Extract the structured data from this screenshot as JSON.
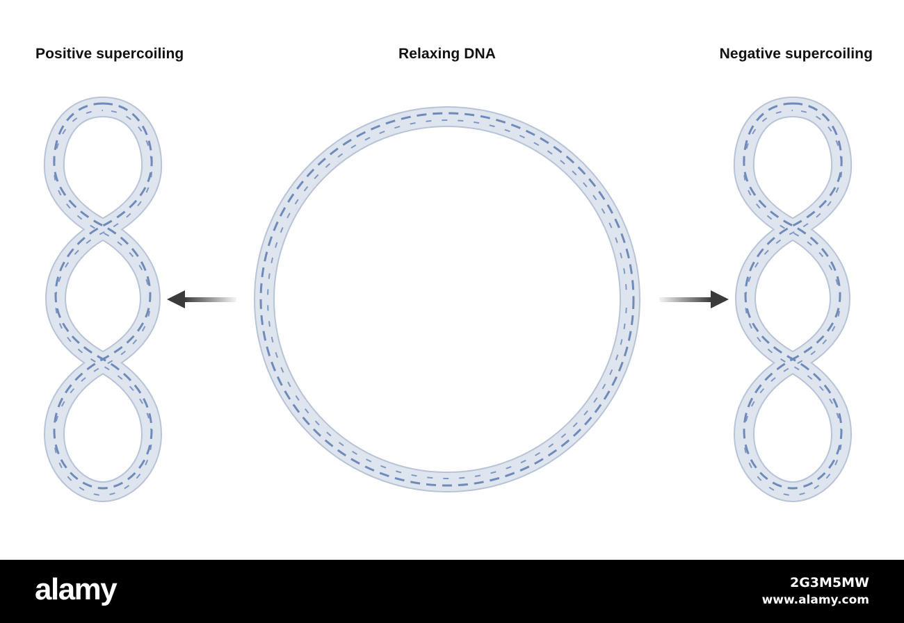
{
  "labels": {
    "positive": "Positive supercoiling",
    "relaxed": "Relaxing DNA",
    "negative": "Negative supercoiling"
  },
  "colors": {
    "tube_fill": "#dfe5ee",
    "tube_edge": "#b7c3d6",
    "helix_strand": "#6f8ab8",
    "arrow": "#3a3a3a",
    "footer_bg": "#000000"
  },
  "footer": {
    "brand": "alamy",
    "image_code": "2G3M5MW",
    "url": "www.alamy.com"
  }
}
